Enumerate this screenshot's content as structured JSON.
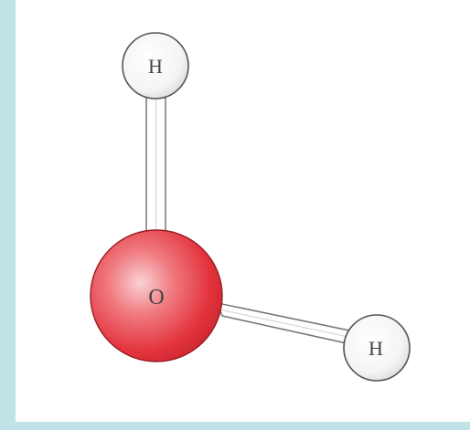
{
  "molecule": {
    "atoms": [
      {
        "id": "H1",
        "symbol": "H"
      },
      {
        "id": "O",
        "symbol": "O"
      },
      {
        "id": "H2",
        "symbol": "H"
      }
    ],
    "bonds": [
      {
        "from": "O",
        "to": "H1"
      },
      {
        "from": "O",
        "to": "H2"
      }
    ]
  },
  "colors": {
    "background_frame": "#bfe3e6",
    "panel": "#ffffff",
    "oxygen": "#e8464c",
    "hydrogen": "#ffffff",
    "outline": "#555555"
  }
}
